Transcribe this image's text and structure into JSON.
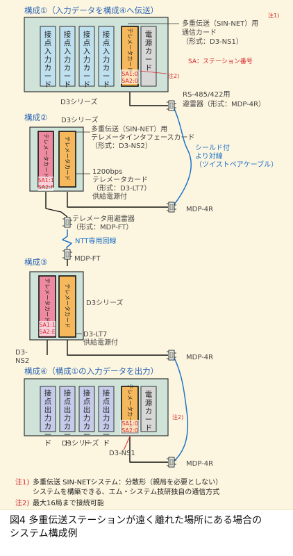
{
  "figure": {
    "caption": "図4 多重伝送ステーションが遠く離れた場所にある場合の\nシステム構成例",
    "colors": {
      "background": "#fcf5df",
      "rack": "#cfe3d9",
      "frame_blue": "#2a65b6",
      "card_input": "#bfe0ee",
      "card_output": "#c5cbe9",
      "card_telemeter": "#f6b85c",
      "card_pink": "#ee8aa0",
      "card_power": "#d7d7d7",
      "cable": "#1f74c8",
      "red": "#d8272d"
    }
  },
  "config1": {
    "heading": "構成①（入力データを構成④へ伝送）",
    "cards": [
      "接点入力カード",
      "接点入力カード",
      "接点入力カード",
      "接点入力カード"
    ],
    "telemeter": "テレメータカード",
    "power": "電源カード",
    "sa1": "SA1:0",
    "sa2": "SA2:0",
    "series": "D3シリーズ",
    "note1_mark": "注1)",
    "note2_mark": "注2)",
    "card_desc": "多重伝送（SIN-NET）用\n通信カード\n（形式：D3-NS1）",
    "sa_legend": "SA：ステーション番号"
  },
  "arrester": {
    "label": "RS-485/422用\n避雷器（形式：MDP-4R）"
  },
  "config2": {
    "heading": "構成②",
    "series": "D3シリーズ",
    "card1": "テレメータカード",
    "card2": "テレメータカード",
    "sa1": "SA1:1",
    "sa2": "SA2:F",
    "desc_ns2": "多重伝送（SIN-NET）用\nテレメータインタフェースカード\n（形式：D3-NS2）",
    "desc_lt7": "1200bps\nテレメータカード\n（形式：D3-LT7）\n供給電源付",
    "mdp": "MDP-4R"
  },
  "shield": {
    "label": "シールド付\nより対線\n（ツイストペアケーブル）"
  },
  "ntt": {
    "arrester_label": "テレメータ用避雷器\n（形式：MDP-FT）",
    "line": "NTT専用回線",
    "mdp_ft": "MDP-FT"
  },
  "config3": {
    "heading": "構成③",
    "card1": "テレメータカード",
    "card2": "テレメータカード",
    "sa1": "SA1:1",
    "sa2": "SA2:E",
    "series": "D3シリーズ",
    "desc_lt7": "D3-LT7\n供給電源付",
    "ns2": "D3-\nNS2",
    "mdp": "MDP-4R"
  },
  "config4": {
    "heading": "構成④（構成①の入力データを出力）",
    "cards": [
      "接点出力カード",
      "接点出力カード",
      "接点出力カード",
      "接点出力カード"
    ],
    "telemeter": "テレメータカード",
    "power": "電源カード",
    "sa1": "SA1:0",
    "sa2": "SA2:0",
    "series": "D3シリーズ",
    "ns1": "D3-NS1",
    "note2_mark": "注2)",
    "mdp": "MDP-4R"
  },
  "notes": {
    "n1_mark": "注1)",
    "n1_text": "多重伝送 SIN-NETシステム：分散形（親局を必要としない）\nシステムを構築できる、エム・システム技研独自の通信方式",
    "n2_mark": "注2)",
    "n2_text": "最大16局まで接続可能"
  }
}
